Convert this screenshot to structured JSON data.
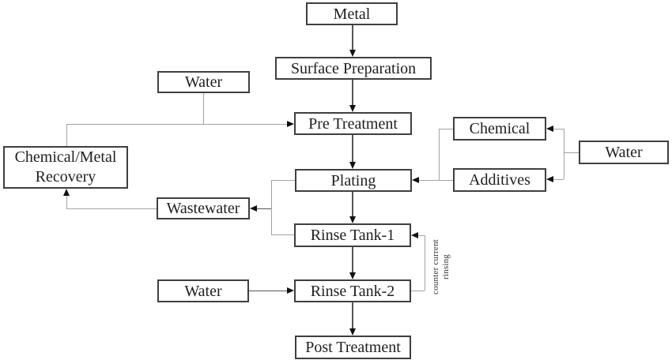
{
  "diagram": {
    "type": "flowchart",
    "subject": "metal plating process water and chemical flow",
    "nodes": {
      "metal": {
        "label": "Metal"
      },
      "surface_preparation": {
        "label": "Surface Preparation"
      },
      "water_top": {
        "label": "Water"
      },
      "pre_treatment": {
        "label": "Pre Treatment"
      },
      "chemical": {
        "label": "Chemical"
      },
      "water_right": {
        "label": "Water"
      },
      "chemical_metal_recovery": {
        "label": "Chemical/Metal Recovery"
      },
      "plating": {
        "label": "Plating"
      },
      "additives": {
        "label": "Additives"
      },
      "wastewater": {
        "label": "Wastewater"
      },
      "rinse_tank_1": {
        "label": "Rinse Tank-1"
      },
      "rinse_tank_2": {
        "label": "Rinse Tank-2"
      },
      "water_bottom": {
        "label": "Water"
      },
      "post_treatment": {
        "label": "Post Treatment"
      }
    },
    "annotations": {
      "counter_current_line1": "counter current",
      "counter_current_line2": "rinsing",
      "counter_current_full": "counter current rinsing"
    },
    "edges": [
      {
        "from": "Metal",
        "to": "Surface Preparation"
      },
      {
        "from": "Surface Preparation",
        "to": "Pre Treatment"
      },
      {
        "from": "Water (top)",
        "to": "Pre Treatment"
      },
      {
        "from": "Chemical/Metal Recovery",
        "to": "Pre Treatment"
      },
      {
        "from": "Pre Treatment",
        "to": "Plating"
      },
      {
        "from": "Chemical",
        "to": "Plating"
      },
      {
        "from": "Additives",
        "to": "Plating"
      },
      {
        "from": "Water (right)",
        "to": "Chemical"
      },
      {
        "from": "Water (right)",
        "to": "Additives"
      },
      {
        "from": "Plating",
        "to": "Wastewater"
      },
      {
        "from": "Rinse Tank-1",
        "to": "Wastewater"
      },
      {
        "from": "Wastewater",
        "to": "Chemical/Metal Recovery"
      },
      {
        "from": "Plating",
        "to": "Rinse Tank-1"
      },
      {
        "from": "Rinse Tank-1",
        "to": "Rinse Tank-2"
      },
      {
        "from": "Water (bottom)",
        "to": "Rinse Tank-2"
      },
      {
        "from": "Rinse Tank-2",
        "to": "Rinse Tank-1",
        "label": "counter current rinsing"
      },
      {
        "from": "Rinse Tank-2",
        "to": "Post Treatment"
      }
    ],
    "colors": {
      "bg": "#ffffff",
      "box_border": "#3f3f3f",
      "text": "#1f1f1f",
      "line_dark": "#565656",
      "line_gray": "#a3a3a3",
      "arrow": "#111111"
    }
  }
}
